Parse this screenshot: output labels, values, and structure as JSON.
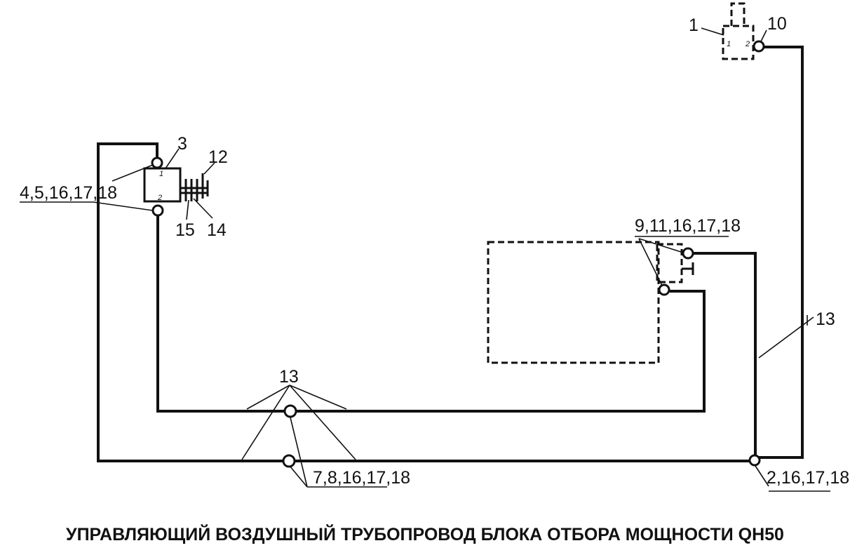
{
  "caption": "УПРАВЛЯЮЩИЙ ВОЗДУШНЫЙ ТРУБОПРОВОД БЛОКА ОТБОРА МОЩНОСТИ QH50",
  "labels": {
    "valve1": "1",
    "fitting10": "10",
    "valve3": "3",
    "part12": "12",
    "part14": "14",
    "part15": "15",
    "group_4_5": "4,5,16,17,18",
    "group_9_11": "9,11,16,17,18",
    "pipe13_right": "13",
    "pipe13_center": "13",
    "group_7_8": "7,8,16,17,18",
    "group_2": "2,16,17,18"
  },
  "ports": {
    "valve1_port1": "1",
    "valve1_port2": "2",
    "valve3_port1": "1",
    "valve3_port2": "2"
  },
  "colors": {
    "ink": "#111111",
    "background": "#ffffff"
  }
}
